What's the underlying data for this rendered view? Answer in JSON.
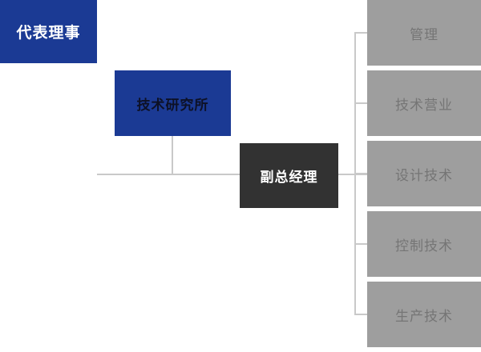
{
  "page": {
    "background_color": "#ffffff",
    "type_label": "organization chart"
  },
  "colors": {
    "primary_blue": "#1b3a94",
    "dark_node": "#323232",
    "department_gray": "#9e9e9e",
    "department_text": "#757575",
    "research_text": "#0d1126",
    "white_text": "#ffffff",
    "connector_gray": "#c9c9c9"
  },
  "org_chart": {
    "nodes": {
      "ceo": {
        "label": "代表理事"
      },
      "research": {
        "label": "技术研究所"
      },
      "vp": {
        "label": "副总经理"
      }
    },
    "departments": [
      {
        "label": "管理"
      },
      {
        "label": "技术营业"
      },
      {
        "label": "设计技术"
      },
      {
        "label": "控制技术"
      },
      {
        "label": "生产技术"
      }
    ]
  }
}
